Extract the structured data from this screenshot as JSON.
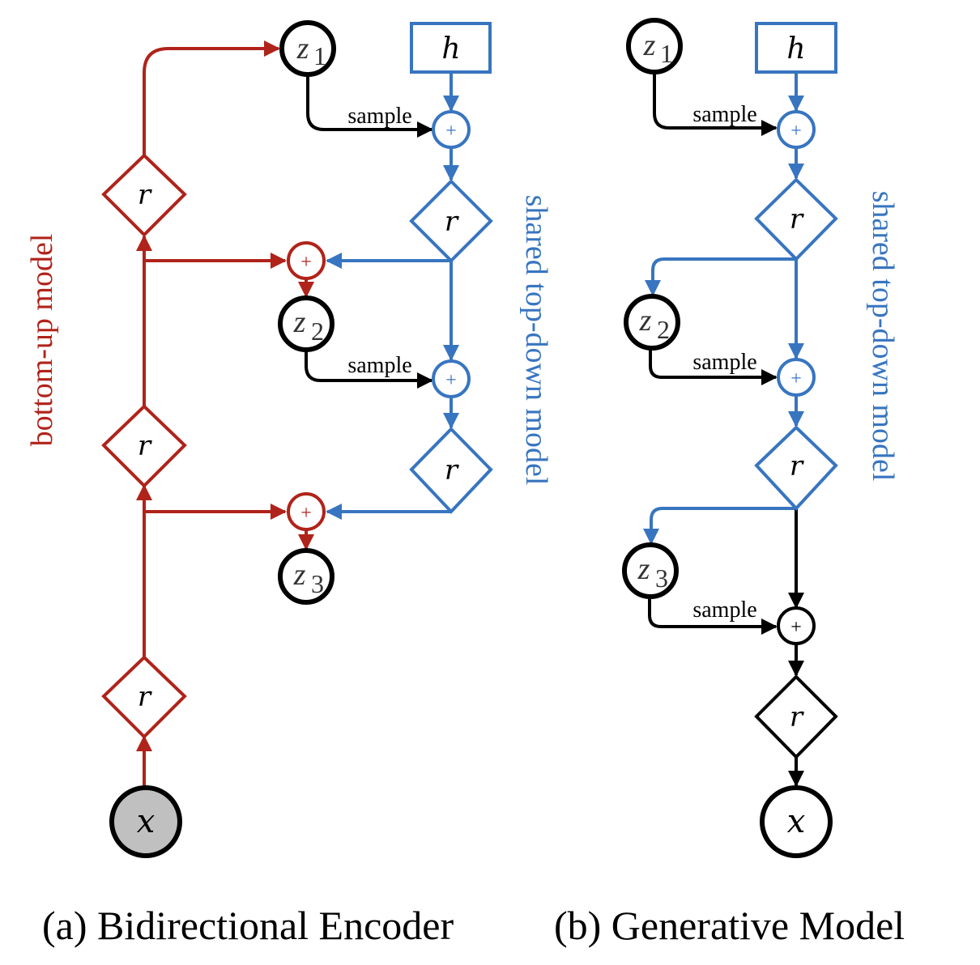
{
  "colors": {
    "red": "#b0231a",
    "blue": "#3875c0",
    "black": "#000000",
    "observed_fill": "#c0c0c0"
  },
  "panel_a": {
    "caption": "(a) Bidirectional Encoder",
    "side_label_left": "bottom-up model",
    "side_label_right": "shared top-down model",
    "h_label": "h",
    "z_labels": {
      "z1": "z",
      "z1_sub": "1",
      "z2": "z",
      "z2_sub": "2",
      "z3": "z",
      "z3_sub": "3"
    },
    "r_label": "r",
    "x_label": "x",
    "sample_label": "sample",
    "plus": "+"
  },
  "panel_b": {
    "caption": "(b) Generative Model",
    "side_label_right": "shared top-down model",
    "h_label": "h",
    "z_labels": {
      "z1": "z",
      "z1_sub": "1",
      "z2": "z",
      "z2_sub": "2",
      "z3": "z",
      "z3_sub": "3"
    },
    "r_label": "r",
    "x_label": "x",
    "sample_label": "sample",
    "plus": "+"
  }
}
